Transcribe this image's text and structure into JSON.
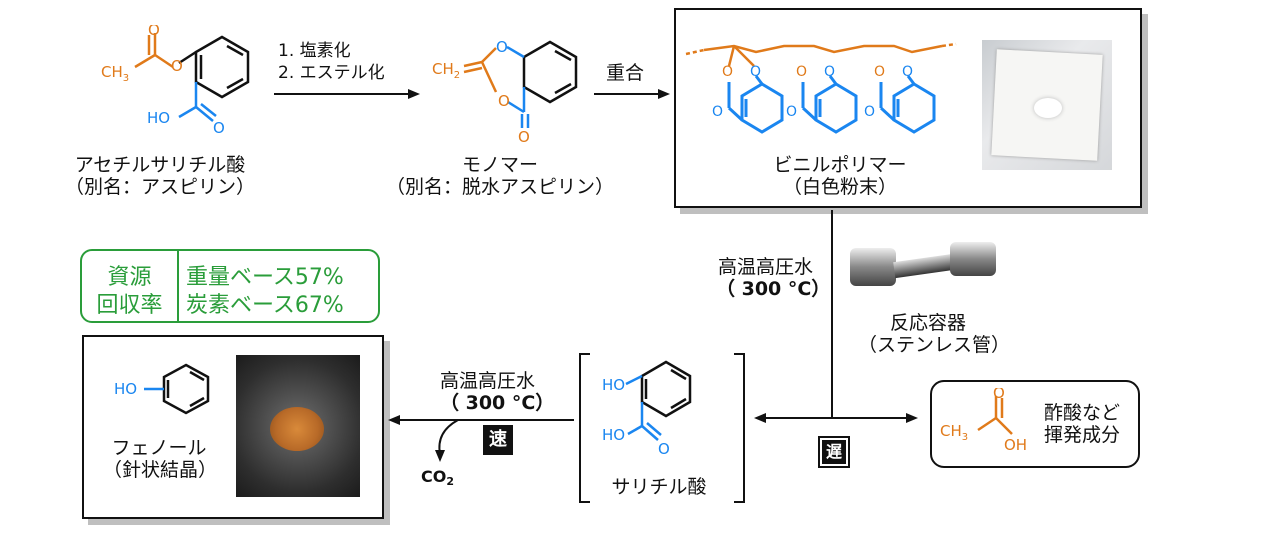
{
  "colors": {
    "orange": "#e07a1a",
    "blue": "#1a86f0",
    "green": "#2a9d3a"
  },
  "step1": {
    "line1": "1. 塩素化",
    "line2": "2. エステル化"
  },
  "step2": {
    "label": "重合"
  },
  "aspirin": {
    "name": "アセチルサリチル酸",
    "alias": "（別名：アスピリン）",
    "ch3": "CH3",
    "oh": "HO"
  },
  "monomer": {
    "name": "モノマー",
    "alias": "（別名：脱水アスピリン）",
    "ch2": "CH2"
  },
  "polymer": {
    "name": "ビニルポリマー",
    "note": "（白色粉末）"
  },
  "reactor": {
    "condition": "高温高圧水",
    "temp": "（ 300 °C）",
    "name": "反応容器",
    "name2": "（ステンレス管）"
  },
  "recovery": {
    "left1": "資源",
    "left2": "回収率",
    "right1": "重量ベース57%",
    "right2": "炭素ベース67%"
  },
  "phenol": {
    "name": "フェノール",
    "note": "（針状結晶）",
    "ho": "HO"
  },
  "decomp": {
    "condition": "高温高圧水",
    "temp": "（ 300 °C）",
    "co2": "CO2",
    "fast": "速",
    "slow": "遅"
  },
  "salicylic": {
    "name": "サリチル酸",
    "ho1": "HO",
    "ho2": "HO"
  },
  "acetic": {
    "name1": "酢酸など",
    "name2": "揮発成分",
    "ch3": "CH3",
    "oh": "OH"
  }
}
